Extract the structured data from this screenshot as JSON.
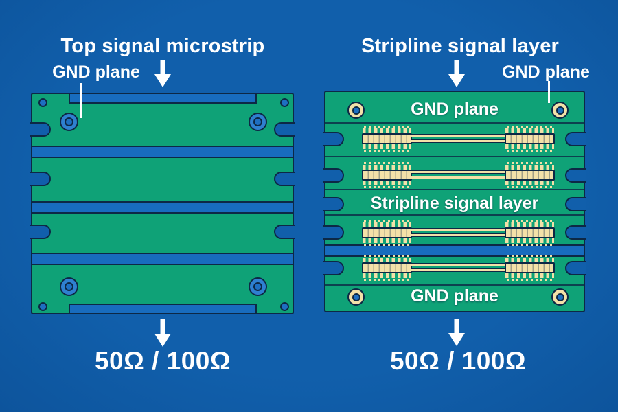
{
  "colors": {
    "background": "#115FAB",
    "background_edge": "#0D549C",
    "board_green": "#0FA277",
    "outline": "#0D2845",
    "copper_blue": "#186CBE",
    "hole_blue": "#1E6FC2",
    "hole_ring_blue": "#2F80D0",
    "gold": "#F3E1A8",
    "text": "#FFFFFF"
  },
  "left_panel": {
    "title": "Top signal microstrip",
    "gnd_plane_label": "GND plane",
    "impedance_label": "50Ω / 100Ω"
  },
  "right_panel": {
    "title": "Stripline signal layer",
    "gnd_plane_label": "GND plane",
    "impedance_label": "50Ω / 100Ω",
    "board": {
      "top_label": "GND plane",
      "middle_label": "Stripline signal layer",
      "bottom_label": "GND plane"
    }
  }
}
